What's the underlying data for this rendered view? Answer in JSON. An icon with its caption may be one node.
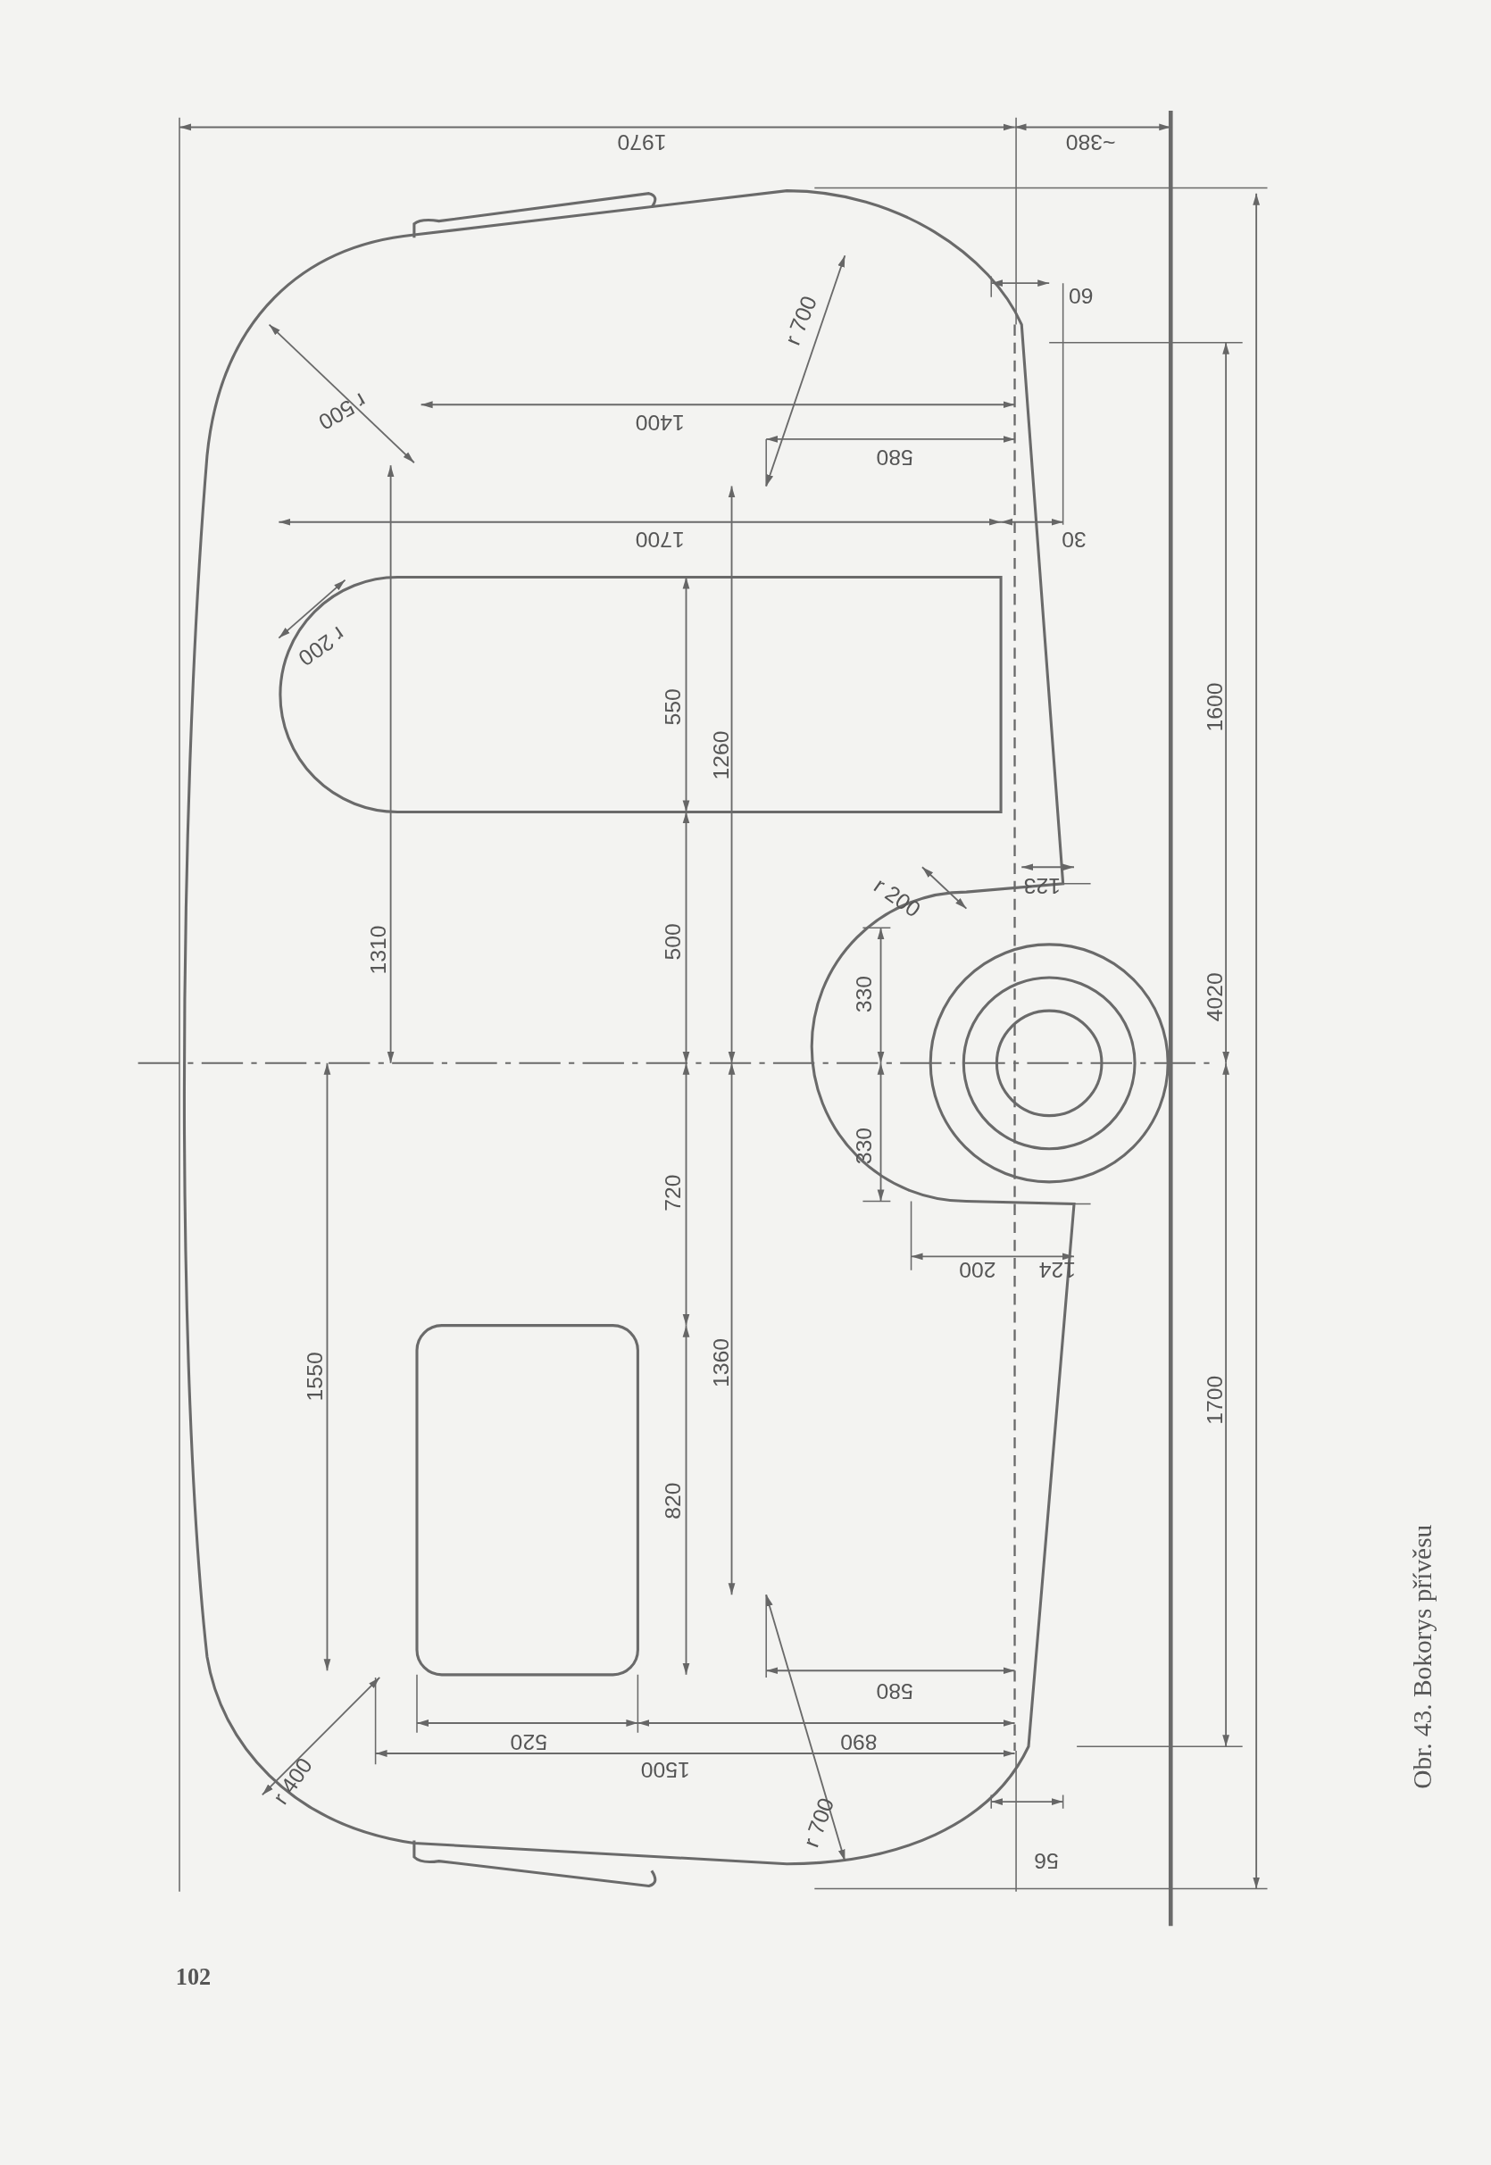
{
  "diagram": {
    "caption": "Obr. 43. Bokorys přívěsu",
    "labels": [
      "1970",
      "~380",
      "r 500",
      "r 700",
      "60",
      "1400",
      "580",
      "1700",
      "30",
      "r 200",
      "550",
      "1260",
      "1600",
      "r 200",
      "123",
      "1310",
      "500",
      "330",
      "4020",
      "720",
      "330",
      "200",
      "124",
      "1550",
      "1360",
      "1700",
      "820",
      "580",
      "520",
      "890",
      "r 400",
      "1500",
      "r 700",
      "56",
      "102"
    ]
  }
}
